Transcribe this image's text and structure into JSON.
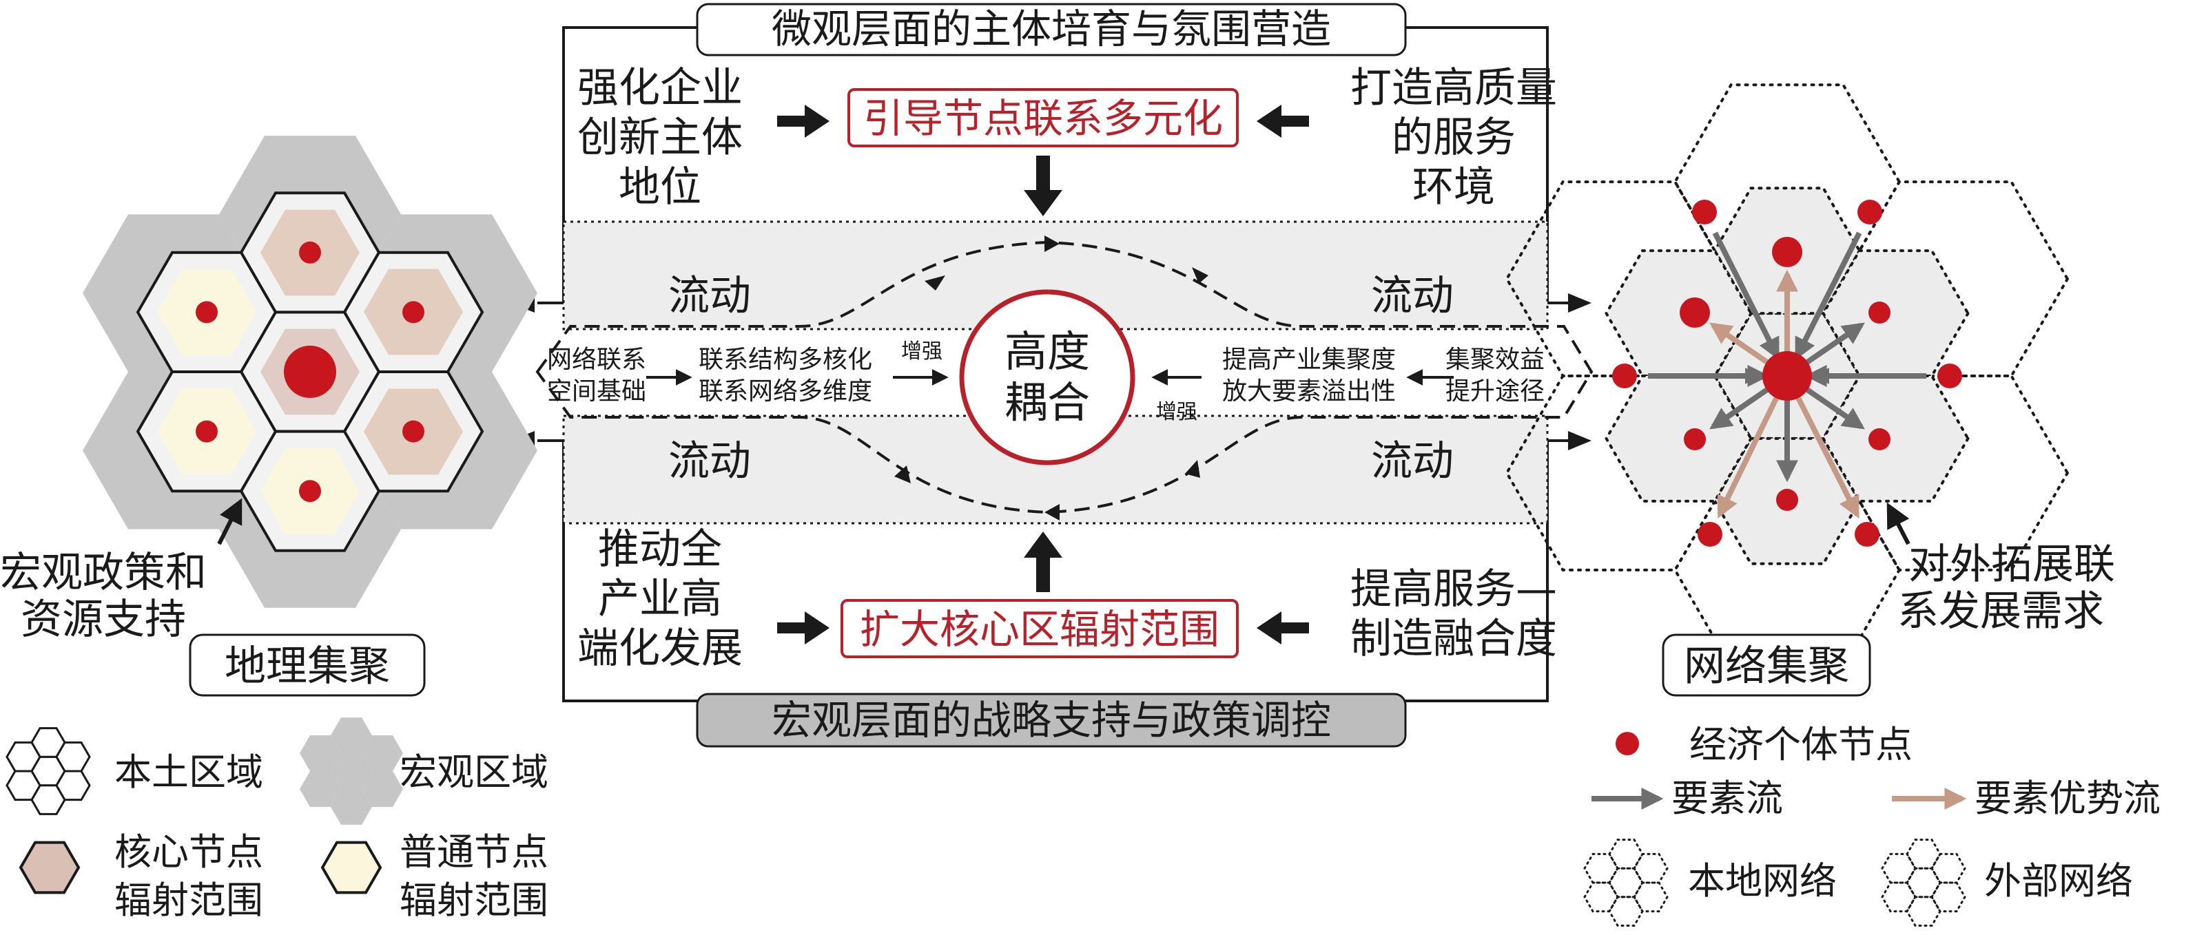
{
  "top_banner": "微观层面的主体培育与氛围营造",
  "bottom_banner": "宏观层面的战略支持与政策调控",
  "top_left_text": [
    "强化企业",
    "创新主体",
    "地位"
  ],
  "top_right_text": [
    "打造高质量",
    "的服务",
    "环境"
  ],
  "top_center_box": "引导节点联系多元化",
  "bottom_left_text": [
    "推动全",
    "产业高",
    "端化发展"
  ],
  "bottom_right_text": [
    "提高服务—",
    "制造融合度"
  ],
  "bottom_center_box": "扩大核心区辐射范围",
  "flow_labels": [
    "流动",
    "流动",
    "流动",
    "流动"
  ],
  "center": {
    "core": [
      "高度",
      "耦合"
    ],
    "left_chain": [
      [
        "网络联系",
        "空间基础"
      ],
      [
        "联系结构多核化",
        "联系网络多维度"
      ]
    ],
    "right_chain": [
      [
        "提高产业集聚度",
        "放大要素溢出性"
      ],
      [
        "集聚效益",
        "提升途径"
      ]
    ],
    "enhance_left": "增强",
    "enhance_right": "增强"
  },
  "left_panel": {
    "label": "地理集聚",
    "annotation": [
      "宏观政策和",
      "资源支持"
    ]
  },
  "right_panel": {
    "label": "网络集聚",
    "annotation": [
      "对外拓展联",
      "系发展需求"
    ]
  },
  "legend": {
    "local_region": "本土区域",
    "macro_region": "宏观区域",
    "core_range": [
      "核心节点",
      "辐射范围"
    ],
    "normal_range": [
      "普通节点",
      "辐射范围"
    ],
    "node": "经济个体节点",
    "factor_flow": "要素流",
    "advantage_flow": "要素优势流",
    "local_network": "本地网络",
    "external_network": "外部网络"
  },
  "colors": {
    "node_red": "#c8161e",
    "core_text_red": "#b8202a",
    "flow_gray": "#6f6f6f",
    "advantage_flow": "#c49a86",
    "macro_gray": "#c6c6c6",
    "core_range_fill": "#d9bfb4",
    "normal_range_fill": "#fbf6dc"
  }
}
